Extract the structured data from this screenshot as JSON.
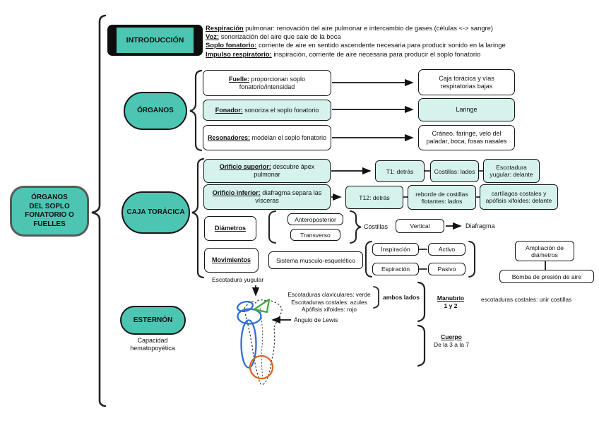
{
  "colors": {
    "teal": "#4cc6b3",
    "teal_light": "#d5f2ed",
    "sketch_blue": "#2b6fdb",
    "sketch_green": "#43a843",
    "sketch_orange": "#e0641f"
  },
  "main_node": {
    "label": "ÓRGANOS\nDEL SOPLO\nFONATORIO O\nFUELLES"
  },
  "intro": {
    "title": "INTRODUCCIÓN",
    "lines": [
      {
        "lead": "Respiración",
        "rest": " pulmonar: renovación del aire pulmonar e intercambio de gases (células <-> sangre)"
      },
      {
        "lead": "Voz:",
        "rest": " sonorización del aire que sale de la boca"
      },
      {
        "lead": "Soplo fonatorio:",
        "rest": " corriente de aire en sentido ascendente necesaria para producir sonido en la laringe"
      },
      {
        "lead": "Impulso respiratorio:",
        "rest": " inspiración, corriente de aire necesaria para producir el soplo fonatorio"
      }
    ]
  },
  "organos": {
    "title": "ÓRGANOS",
    "rows": [
      {
        "lead": "Fuelle:",
        "rest": " proporcionan soplo fonatorio/intensidad",
        "target": "Caja torácica y vías respiratorias bajas"
      },
      {
        "lead": "Fonador:",
        "rest": " sonoriza el soplo fonatorio",
        "target": "Laringe"
      },
      {
        "lead": "Resonadores:",
        "rest": " modelan el soplo fonatorio",
        "target": "Cráneo. faringe, velo del paladar, boca, fosas nasales"
      }
    ]
  },
  "caja": {
    "title": "CAJA TORÁCICA",
    "superior": {
      "lead": "Orificio superior:",
      "rest": " descubre ápex pulmonar",
      "chain": [
        "T1: detrás",
        "Costillas: lados",
        "Escotadura yugular: delante"
      ]
    },
    "inferior": {
      "lead": "Orificio inferior:",
      "rest": " diafragma separa las vísceras",
      "chain": [
        "T12: detrás",
        "reborde de costillas flotantes: lados",
        "cartílagos costales y apófisis xifoides: delante"
      ]
    },
    "diametros": {
      "label": "Diámetros",
      "options": [
        "Anteroposterior",
        "Transverso"
      ],
      "brace_note": "Costillas",
      "vertical": "Vertical",
      "vertical_note": "Diafragma"
    },
    "movimientos": {
      "label": "Movimientos",
      "system": "Sistema musculo-esquelético",
      "pairs": [
        {
          "a": "Inspiración",
          "b": "Activo"
        },
        {
          "a": "Espiración",
          "b": "Pasivo"
        }
      ],
      "result_top": "Ampliación de diámetros",
      "result_bottom": "Bomba de presión de aire"
    }
  },
  "esternon": {
    "title": "ESTERNÓN",
    "subtitle": "Capacidad hematopoyética",
    "sketch": {
      "top_label": "Escotadura yugular",
      "legend": [
        "Escotaduras claviculares: verde",
        "Escotaduras costales: azules",
        "Apófisis xifoides: rojo"
      ],
      "legend_note": "ambos lados",
      "lewis": "Ángulo de Lewis"
    },
    "manubrio": {
      "title": "Manubrio",
      "sub": "1 y 2",
      "note": "escotaduras costales: unir costillas"
    },
    "cuerpo": {
      "title": "Cuerpo",
      "sub": "De la 3 a la 7"
    }
  }
}
